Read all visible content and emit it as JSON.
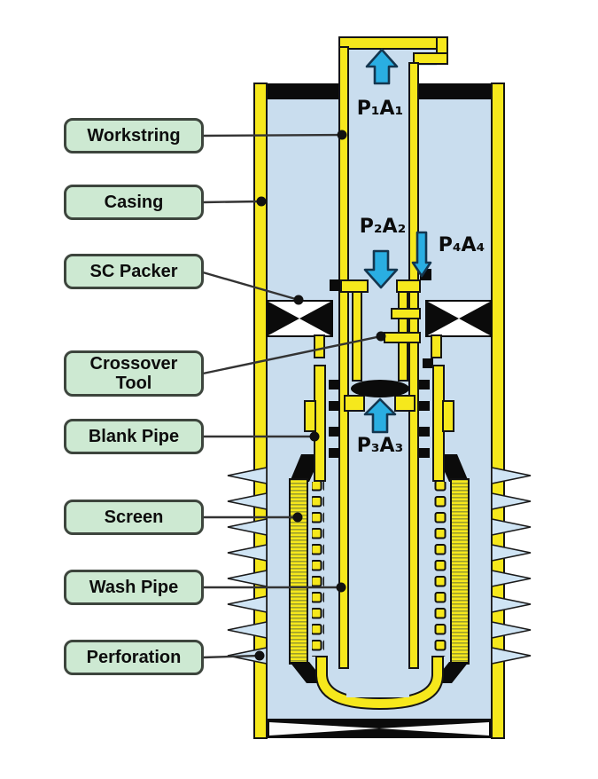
{
  "labels": [
    {
      "text": "Workstring"
    },
    {
      "text": "Casing"
    },
    {
      "text": "SC Packer"
    },
    {
      "text": "Crossover Tool"
    },
    {
      "text": "Blank Pipe"
    },
    {
      "text": "Screen"
    },
    {
      "text": "Wash Pipe"
    },
    {
      "text": "Perforation"
    }
  ],
  "annotations": {
    "p1": "P₁A₁",
    "p2": "P₂A₂",
    "p3": "P₃A₃",
    "p4": "P₄A₄"
  },
  "arrows": [
    {
      "name": "p1-flow",
      "direction": "up"
    },
    {
      "name": "p2-flow",
      "direction": "down"
    },
    {
      "name": "p4-flow",
      "direction": "down"
    },
    {
      "name": "p3-flow",
      "direction": "up"
    }
  ],
  "colors": {
    "yellow": "#f6e81c",
    "bore": "#c9ddee",
    "cone": "#cfe4f4",
    "arrow": "#2aaee2",
    "arrow_stroke": "#14364f",
    "label_bg": "#cde9d2",
    "label_border": "#3d453d"
  }
}
